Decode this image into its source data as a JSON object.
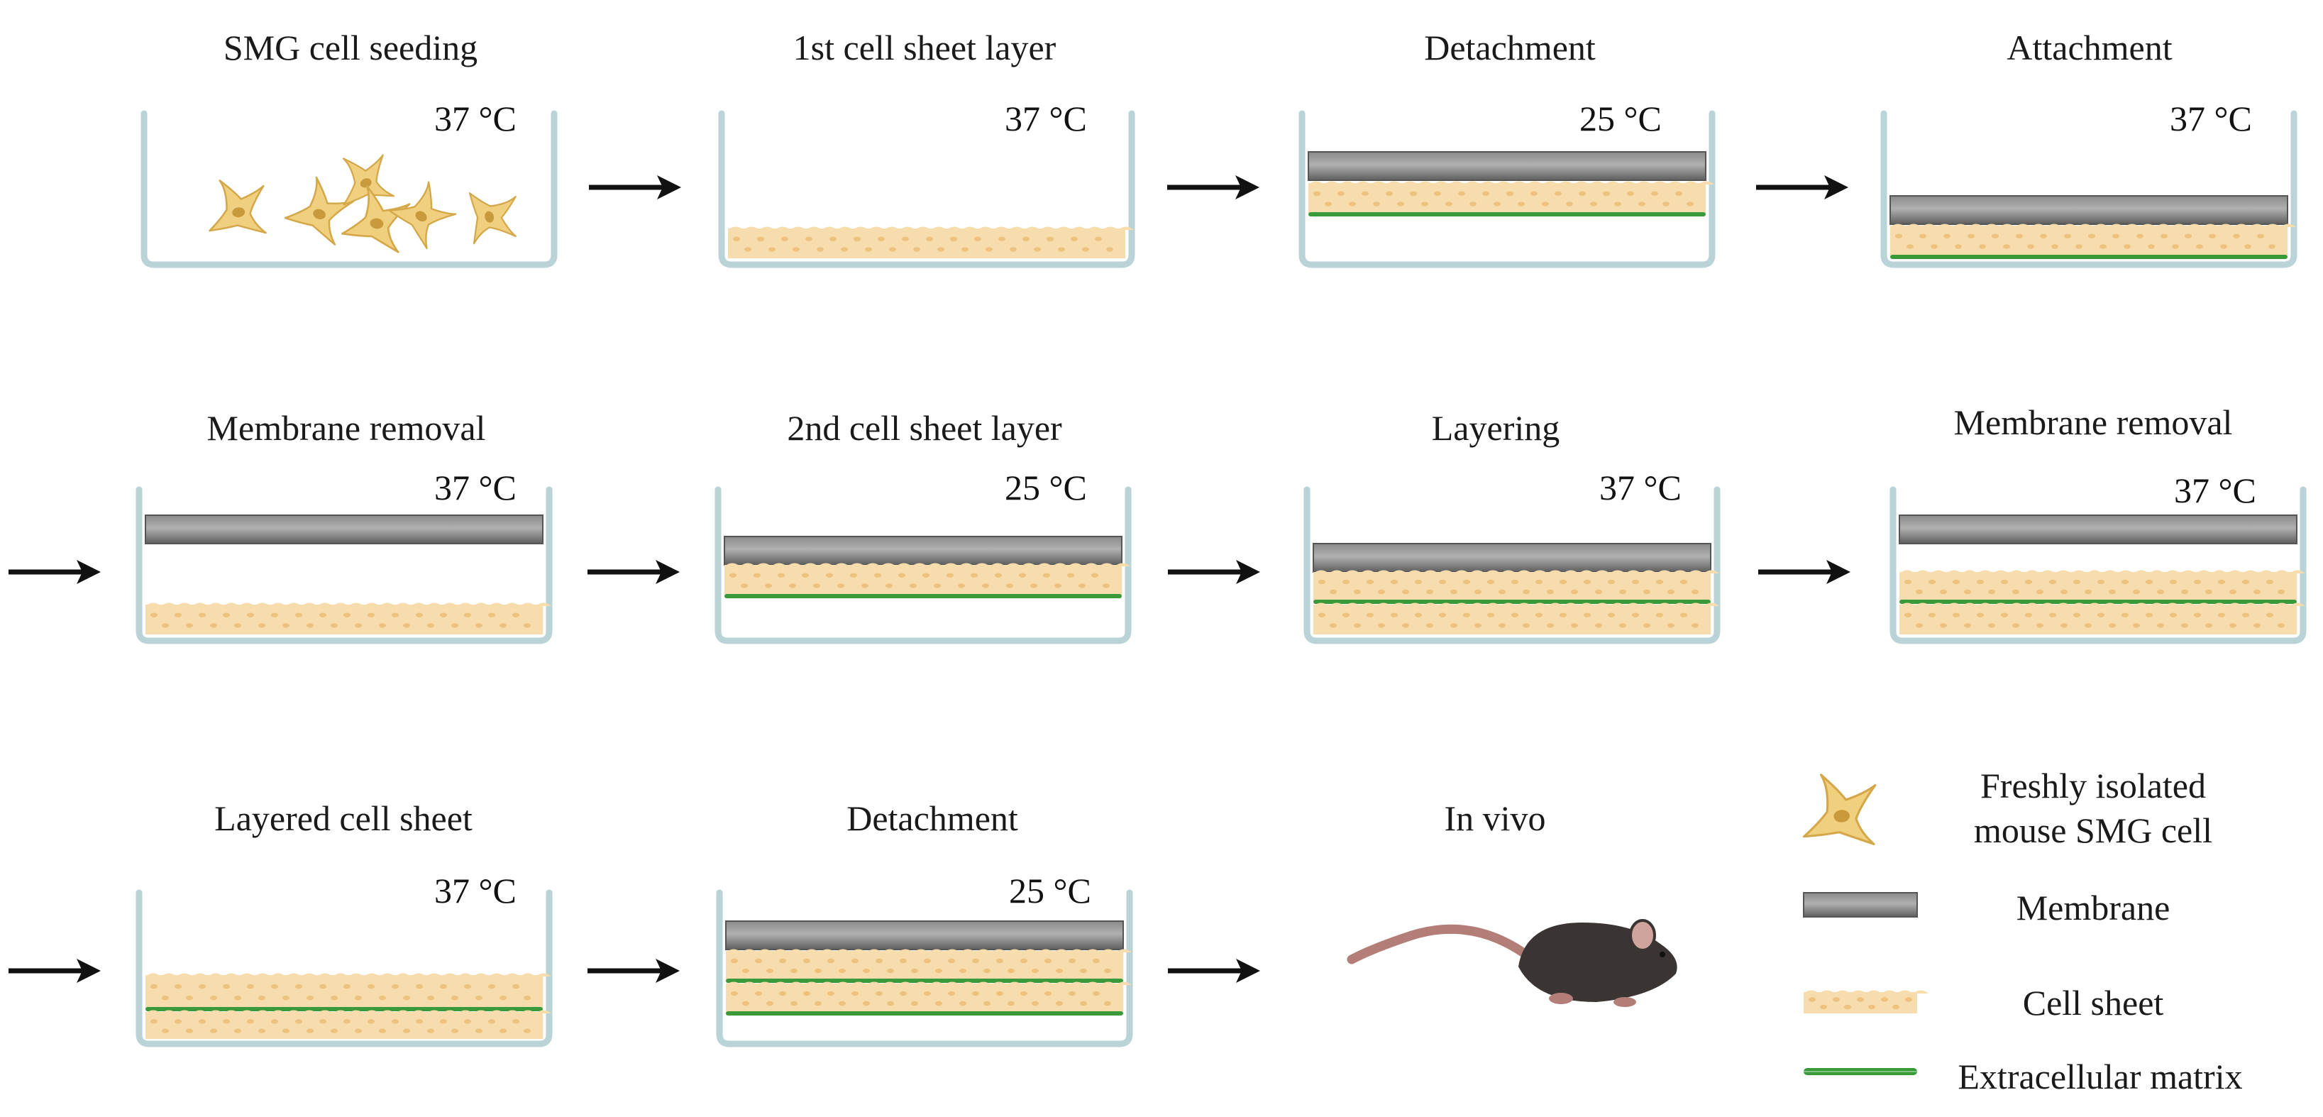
{
  "steps": [
    {
      "label": "SMG cell seeding",
      "temp": "37 °C"
    },
    {
      "label": "1st cell sheet layer",
      "temp": "37 °C"
    },
    {
      "label": "Detachment",
      "temp": "25 °C"
    },
    {
      "label": "Attachment",
      "temp": "37 °C"
    },
    {
      "label": "Membrane removal",
      "temp": "37 °C"
    },
    {
      "label": "2nd cell sheet layer",
      "temp": "25 °C"
    },
    {
      "label": "Layering",
      "temp": "37 °C"
    },
    {
      "label": "Membrane removal",
      "temp": "37 °C"
    },
    {
      "label": "Layered cell sheet",
      "temp": "37 °C"
    },
    {
      "label": "Detachment",
      "temp": "25 °C"
    },
    {
      "label": "In vivo",
      "temp": ""
    }
  ],
  "legend": {
    "cell_line1": "Freshly isolated",
    "cell_line2": "mouse SMG cell",
    "membrane": "Membrane",
    "cell_sheet": "Cell sheet",
    "ecm": "Extracellular matrix"
  },
  "colors": {
    "dish": "#b9d3d6",
    "membrane_dark": "#6e6e6e",
    "membrane_light": "#a3a3a3",
    "sheet": "#f7dcae",
    "sheet_dot": "#e9b96e",
    "ecm": "#3a9a3a",
    "cell": "#f0cf7e",
    "cell_edge": "#d4a84a",
    "nucleus": "#c99a3c",
    "mouse": "#3a3533",
    "mouse_tail": "#b47e78"
  }
}
